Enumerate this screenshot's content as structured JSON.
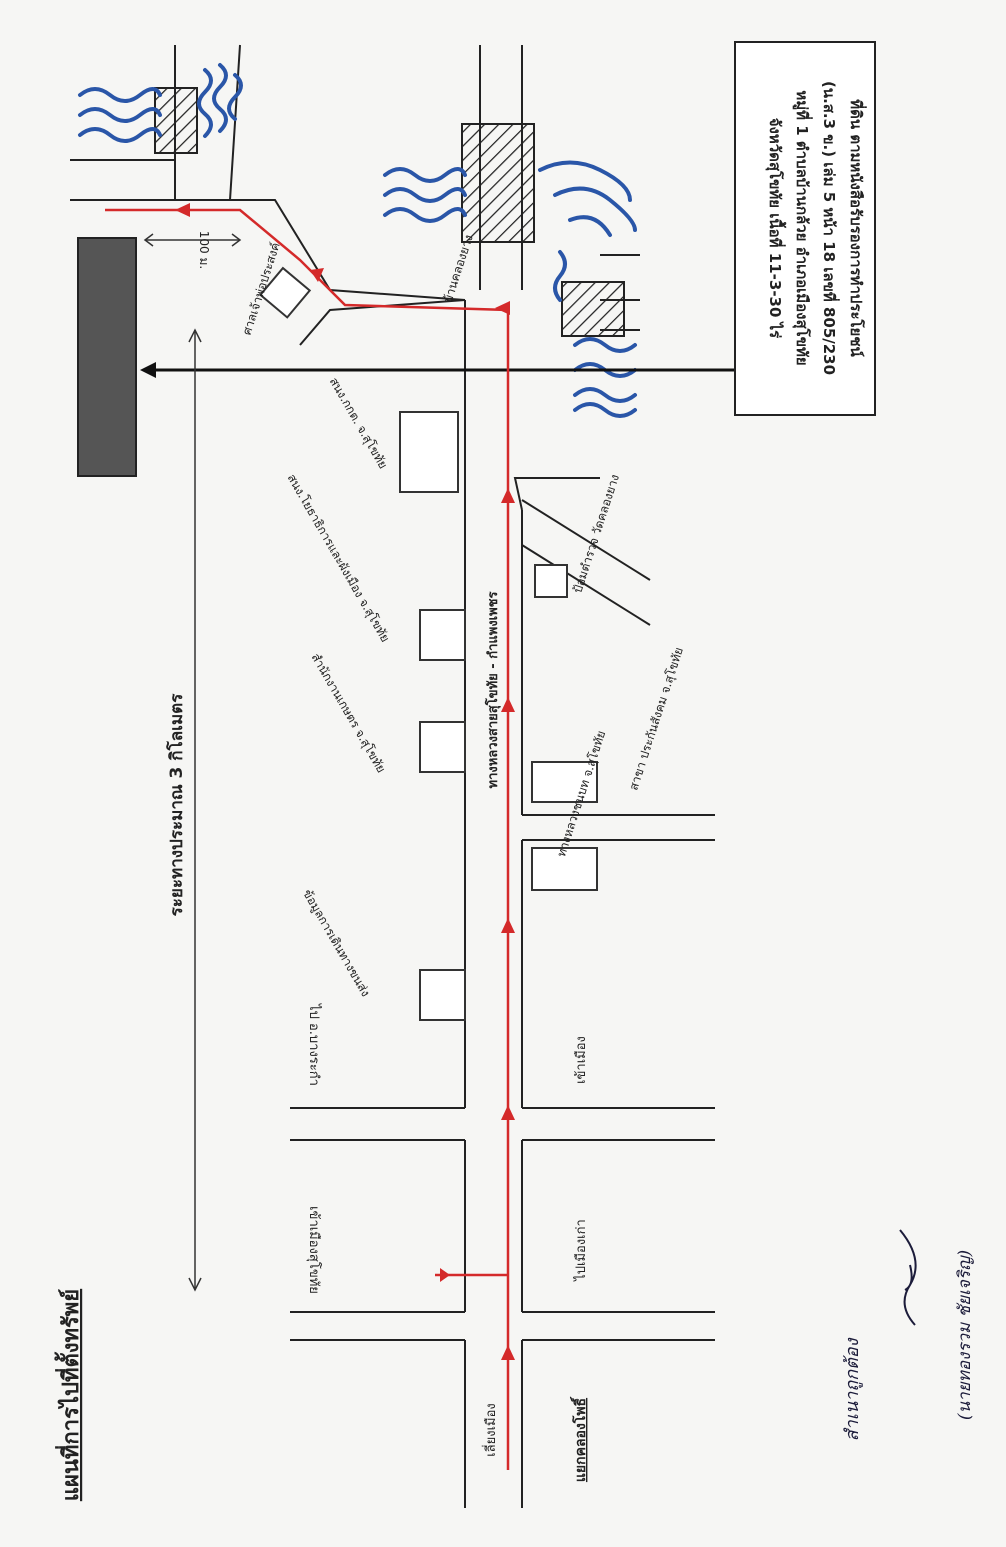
{
  "map": {
    "title": "แผนที่การไปที่ตั้งทรัพย์",
    "distance_note": "ระยะทางประมาณ 3 กิโลเมตร",
    "scale_note": "100 ม.",
    "main_road": "ทางหลวงสายสุโขทัย - กำแพงเพชร",
    "junction": "แยกคลองโพธิ์",
    "roads": {
      "bypass": "เลี่ยงเมือง",
      "to_old_town": "ไปเมืองเก่า",
      "to_new_town": "เข้าเมืองสุโขทัย",
      "to_ban_dan": "เข้าเมือง",
      "to_bang_rakam": "ไป อ.บางระกำ"
    },
    "places": {
      "p1": "ข้อมูลการเดินทางขนส่ง",
      "p2": "ทางหลวงชนบท จ.สุโขทัย",
      "p3": "สำนักงานเกษตร จ.สุโขทัย",
      "p4": "สาขา ประกันสังคม จ.สุโขทัย",
      "p5": "สนง.โยธาธิการและผังเมือง จ.สุโขทัย",
      "p6": "ป้อมตำรวจ วัดคลองยาง",
      "p7": "สนง.กกต. จ.สุโขทัย",
      "p8": "ศาลเจ้าพ่อประสงค์",
      "p9": "บ้านคลองยาง"
    },
    "info_box": [
      "ที่ดิน ตามหนังสือรับรองการทำประโยชน์",
      "(น.ส.3 ข.) เล่ม 5 หน้า 18 เลขที่ 805/230",
      "หมู่ที่ 1 ตำบลบ้านกล้วย อำเภอเมืองสุโขทัย",
      "จังหวัดสุโขทัย เนื้อที่ 11-3-30 ไร่"
    ],
    "signature": {
      "line1": "สำเนาถูกต้อง",
      "line2": "(นายทองรวม ชัยเจริญ)"
    },
    "colors": {
      "route": "#d42a2a",
      "water": "#2a56a8",
      "parcel": "#555555",
      "ink": "#222222"
    }
  }
}
